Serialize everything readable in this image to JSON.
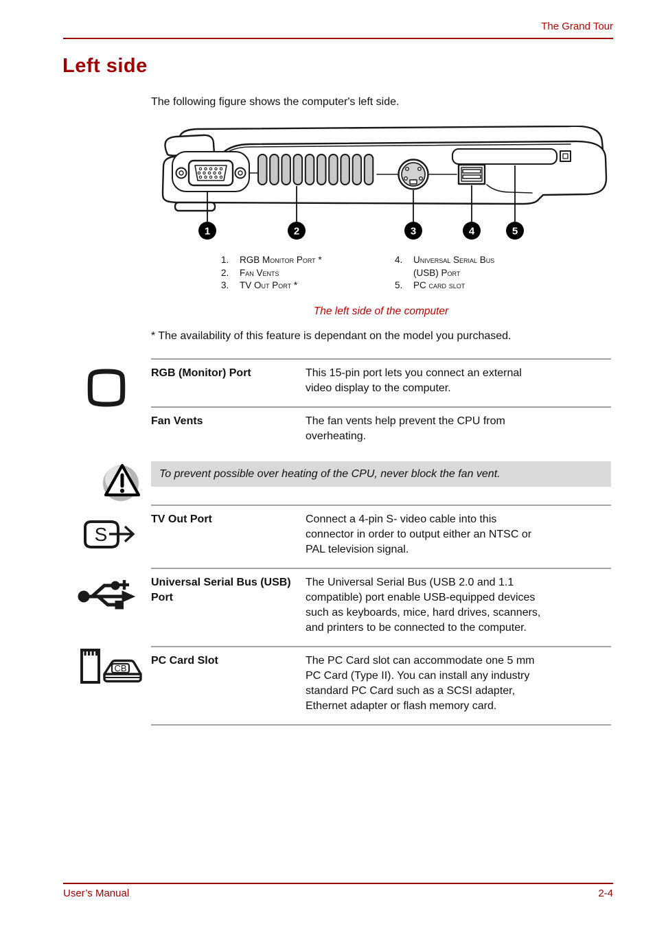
{
  "header": {
    "title": "The Grand Tour"
  },
  "page": {
    "title": "Left side",
    "intro": "The following figure shows the computer's left side.",
    "availability_note": "* The availability of this feature is dependant on the model you purchased."
  },
  "figure": {
    "caption": "The left side of the computer",
    "callouts": [
      "1",
      "2",
      "3",
      "4",
      "5"
    ],
    "legend_left": [
      {
        "num": "1.",
        "label": "RGB Monitor Port *"
      },
      {
        "num": "2.",
        "label": "Fan Vents"
      },
      {
        "num": "3.",
        "label": "TV Out Port *"
      }
    ],
    "legend_right": [
      {
        "num": "4.",
        "label": "Universal Serial Bus\n(USB) Port"
      },
      {
        "num": "5.",
        "label": "PC card slot"
      }
    ]
  },
  "table": {
    "rows": [
      {
        "icon": "monitor-icon",
        "term": "RGB (Monitor) Port",
        "desc": "This 15-pin port lets you connect an external\nvideo display to the computer."
      },
      {
        "icon": "",
        "term": "Fan Vents",
        "desc": "The fan vents help prevent the CPU from\noverheating."
      },
      {
        "icon": "s-video-icon",
        "term": "TV Out Port",
        "desc": "Connect a 4-pin S- video cable into this\nconnector in order to output either an NTSC or\nPAL television signal."
      },
      {
        "icon": "usb-icon",
        "term": "Universal Serial Bus (USB) Port",
        "desc": "The Universal Serial Bus (USB 2.0 and 1.1\ncompatible) port enable USB-equipped devices\nsuch as keyboards, mice, hard drives, scanners,\nand printers to be connected to the computer."
      },
      {
        "icon": "pc-card-icon",
        "term": "PC Card Slot",
        "desc": "The PC Card slot can accommodate one 5 mm\nPC Card (Type II). You can install any industry\nstandard PC Card such as a SCSI adapter,\nEthernet adapter or flash memory card."
      }
    ],
    "note": {
      "icon": "warning-icon",
      "text": "To prevent possible over heating of the CPU, never block the fan vent."
    }
  },
  "footer": {
    "left": "User’s Manual",
    "right": "2-4"
  },
  "colors": {
    "accent_red": "#c00000",
    "title_red": "#a00000",
    "rule_red": "#990000",
    "note_background": "#d9d9d9",
    "table_border": "#a3a3a3"
  }
}
